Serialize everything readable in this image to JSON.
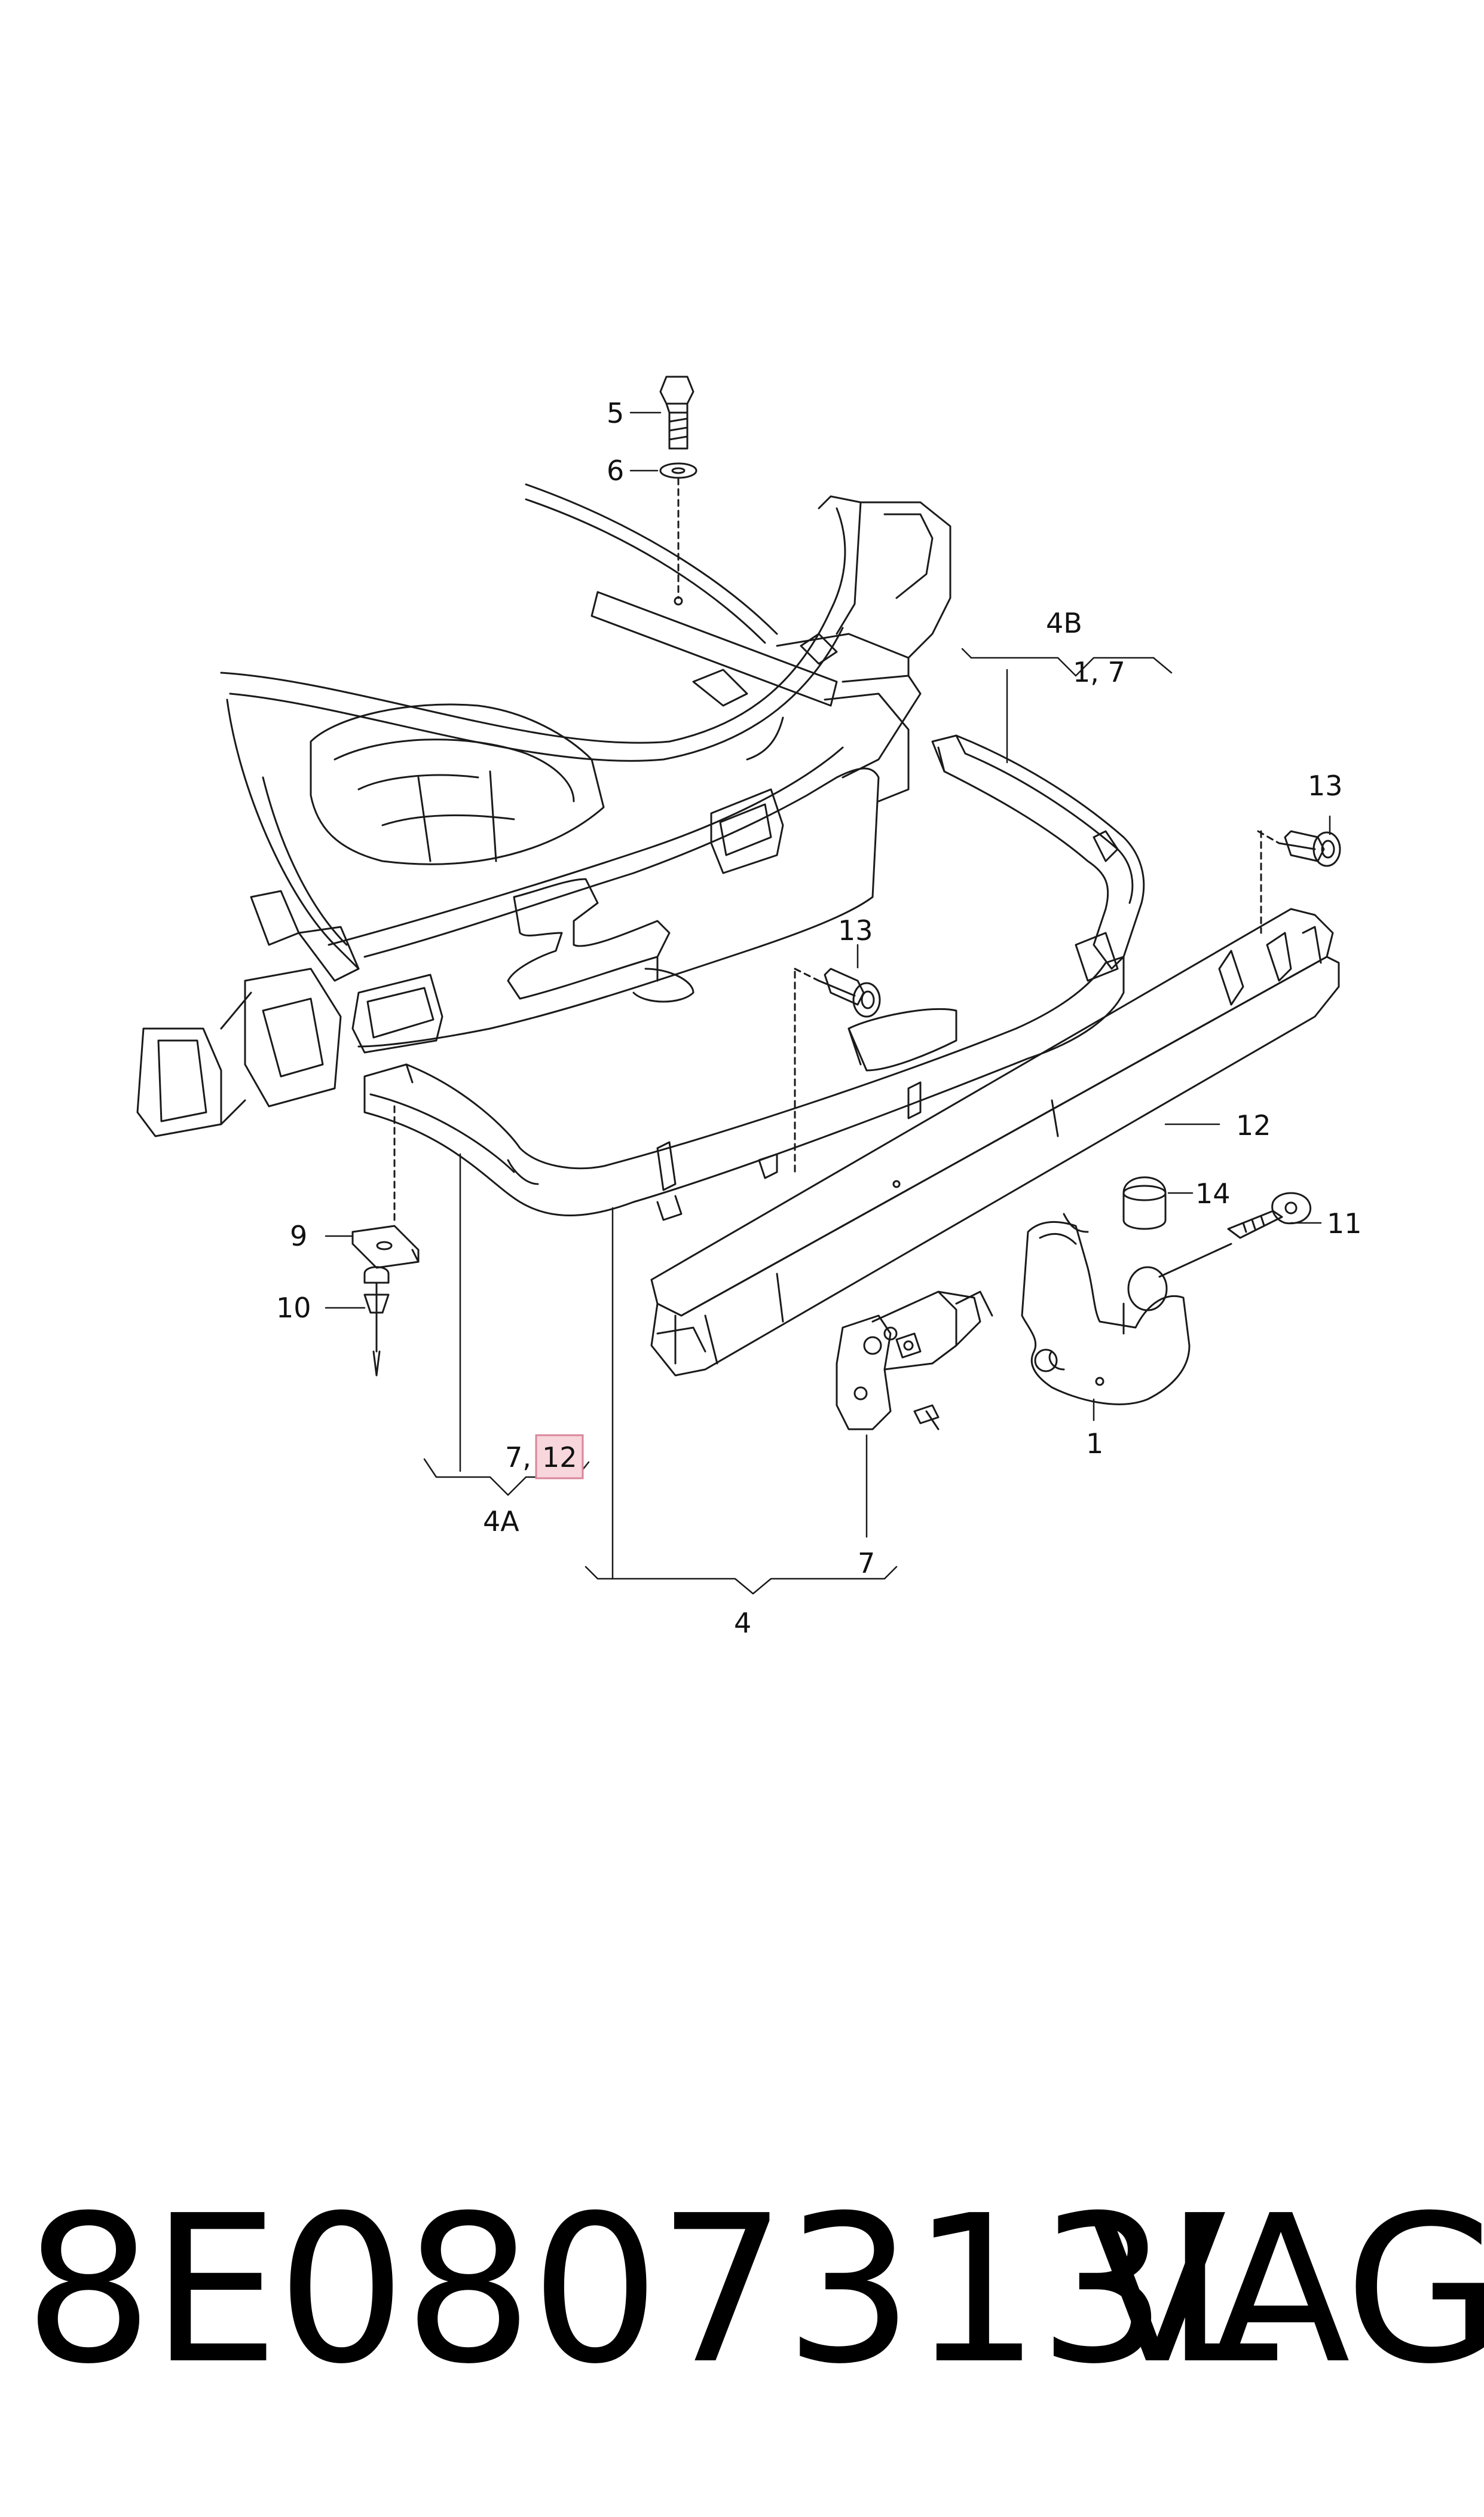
{
  "callouts": {
    "c5": "5",
    "c6": "6",
    "c4b": "4B",
    "c4b_sub": "1, 7",
    "c13_right": "13",
    "c13_mid": "13",
    "c12": "12",
    "c14": "14",
    "c11": "11",
    "c1": "1",
    "c9": "9",
    "c10": "10",
    "c4a_sub_a": "7,",
    "c4a_sub_b": "12",
    "c4a": "4A",
    "c7": "7",
    "c4": "4"
  },
  "caption": {
    "part_number": "8E0807313L",
    "brand": "VAG"
  },
  "colors": {
    "line": "#1a1a1a",
    "highlight_fill": "#f7d6dc",
    "highlight_stroke": "#d9869a"
  }
}
